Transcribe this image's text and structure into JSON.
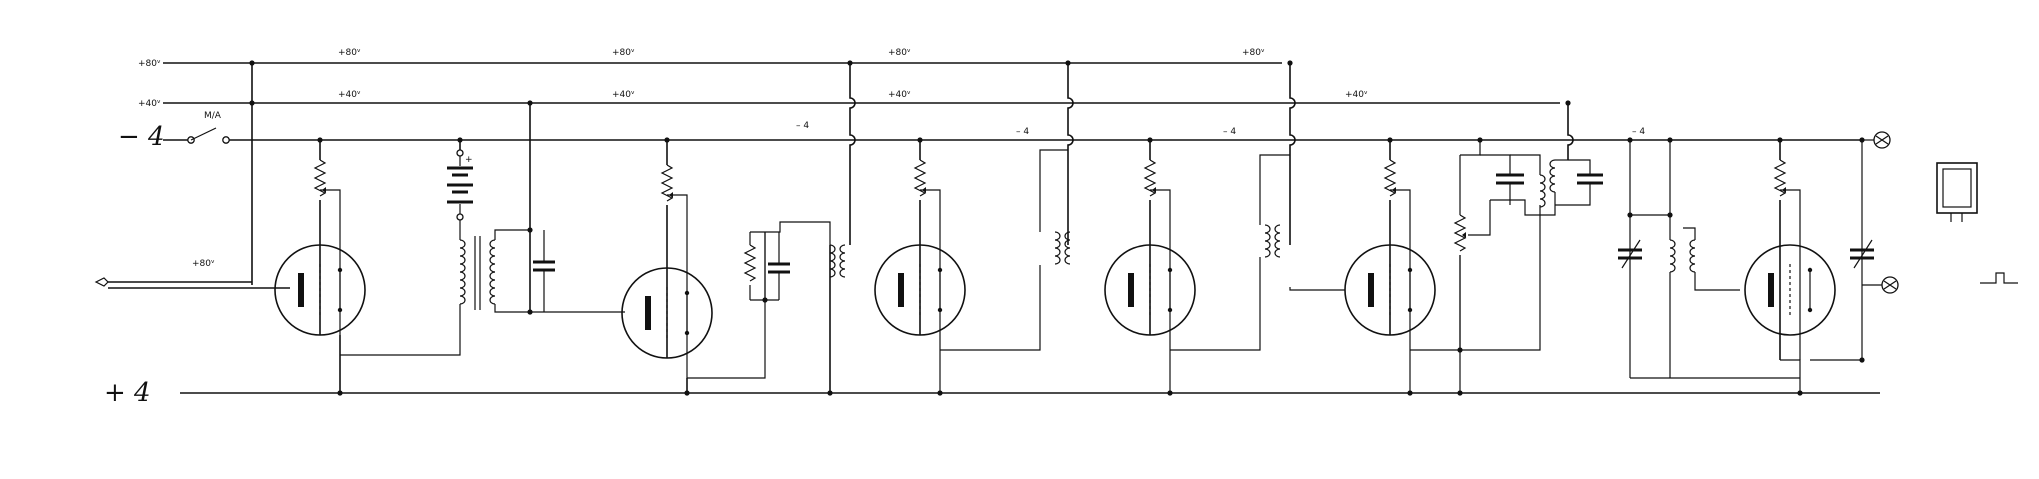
{
  "rails": {
    "plus80": "+80ᵛ",
    "plus40": "+40ᵛ",
    "minus4": "− 4",
    "plus4": "+ 4",
    "minus4_small": "– 4",
    "switch": "M/A"
  },
  "battery_plus": "+"
}
